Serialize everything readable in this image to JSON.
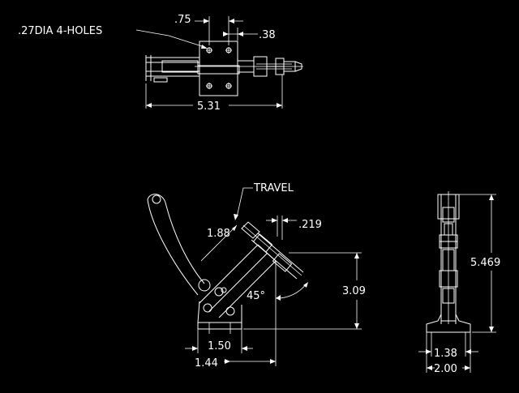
{
  "drawing": {
    "background": "#000000",
    "line_color": "#ffffff",
    "top_view": {
      "hole_note": ".27DIA 4-HOLES",
      "dim_hole_spacing": ".75",
      "dim_offset": ".38",
      "dim_overall_length": "5.31"
    },
    "side_view": {
      "travel_label": "TRAVEL",
      "dim_arm": "1.88",
      "dim_spindle": ".219",
      "dim_height": "3.09",
      "dim_angle": "45°",
      "dim_base_width": "1.50",
      "dim_base_offset": "1.44"
    },
    "end_view": {
      "dim_total_height": "5.469",
      "dim_base_inner": "1.38",
      "dim_base_outer": "2.00"
    }
  }
}
